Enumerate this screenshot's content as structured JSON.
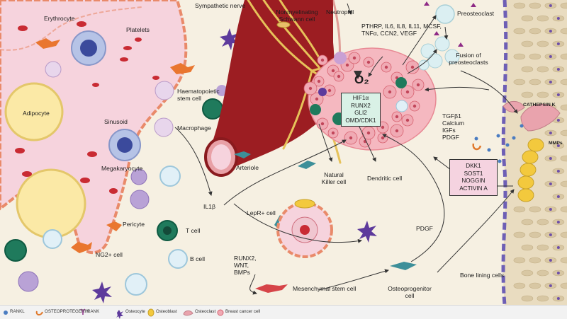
{
  "labels": {
    "erythrocyte": "Erythrocyte",
    "platelets": "Platelets",
    "adipocyte": "Adipocyte",
    "sinusoid": "Sinusoid",
    "megakaryocyte": "Megakaryocyte",
    "pericyte": "Pericyte",
    "ng2_cell": "NG2+ cell",
    "hsc": "Haematopoietic stem cell",
    "macrophage": "Macrophage",
    "t_cell": "T cell",
    "b_cell": "B cell",
    "sympathetic_nerve": "Sympathetic nerve",
    "schwann": "Nonmyelinating Schwann cell",
    "neutrophil": "Neutrophil",
    "arteriole": "Arteriole",
    "nk_cell": "Natural Killer cell",
    "dendritic_cell": "Dendritic cell",
    "lepr_cell": "LepR+ cell",
    "il1b": "IL1β",
    "msc_factors": "RUNX2, WNT, BMPs",
    "msc": "Mesenchymal stem cell",
    "osteoprogenitor": "Osteoprogenitor cell",
    "pdgf": "PDGF",
    "cytokines": "PTHRP, IL6, IL8, IL11, MCSF, TNFα, CCN2, VEGF",
    "o2": "O₂",
    "preosteoclast": "Preosteoclast",
    "fusion": "Fusion of preosteoclasts",
    "cathepsin": "CATHEPSIN K",
    "mmps": "MMPs",
    "growth_factors": [
      "TGFβ1",
      "Calcium",
      "IGFs",
      "PDGF"
    ],
    "bone_lining": "Bone lining cells"
  },
  "tumor_box": [
    "HIF1α",
    "RUNX2",
    "GLI2",
    "OMD/CDK1"
  ],
  "inhibitor_box": [
    "DKK1",
    "SOST1",
    "NOGGIN",
    "ACTIVIN A"
  ],
  "legend": [
    "RANKL",
    "OSTEOPROTEGERIN",
    "RANK",
    "Osteocyte",
    "Osteoblast",
    "Osteoclast",
    "Breast cancer cell"
  ],
  "colors": {
    "background": "#f6f0e2",
    "sinusoid": "#f6d3dd",
    "sinusoid_wall": "#e98a6a",
    "arteriole": "#9c1d22",
    "nerve": "#e6c25a",
    "tumor": "#f0aab4",
    "bone": "#e9dcc0",
    "osteoblast": "#f3c93d",
    "osteoclast": "#e9a3ad",
    "tumor_box": "#d9f1e6",
    "inhibitor_box": "#f5d3e0"
  }
}
